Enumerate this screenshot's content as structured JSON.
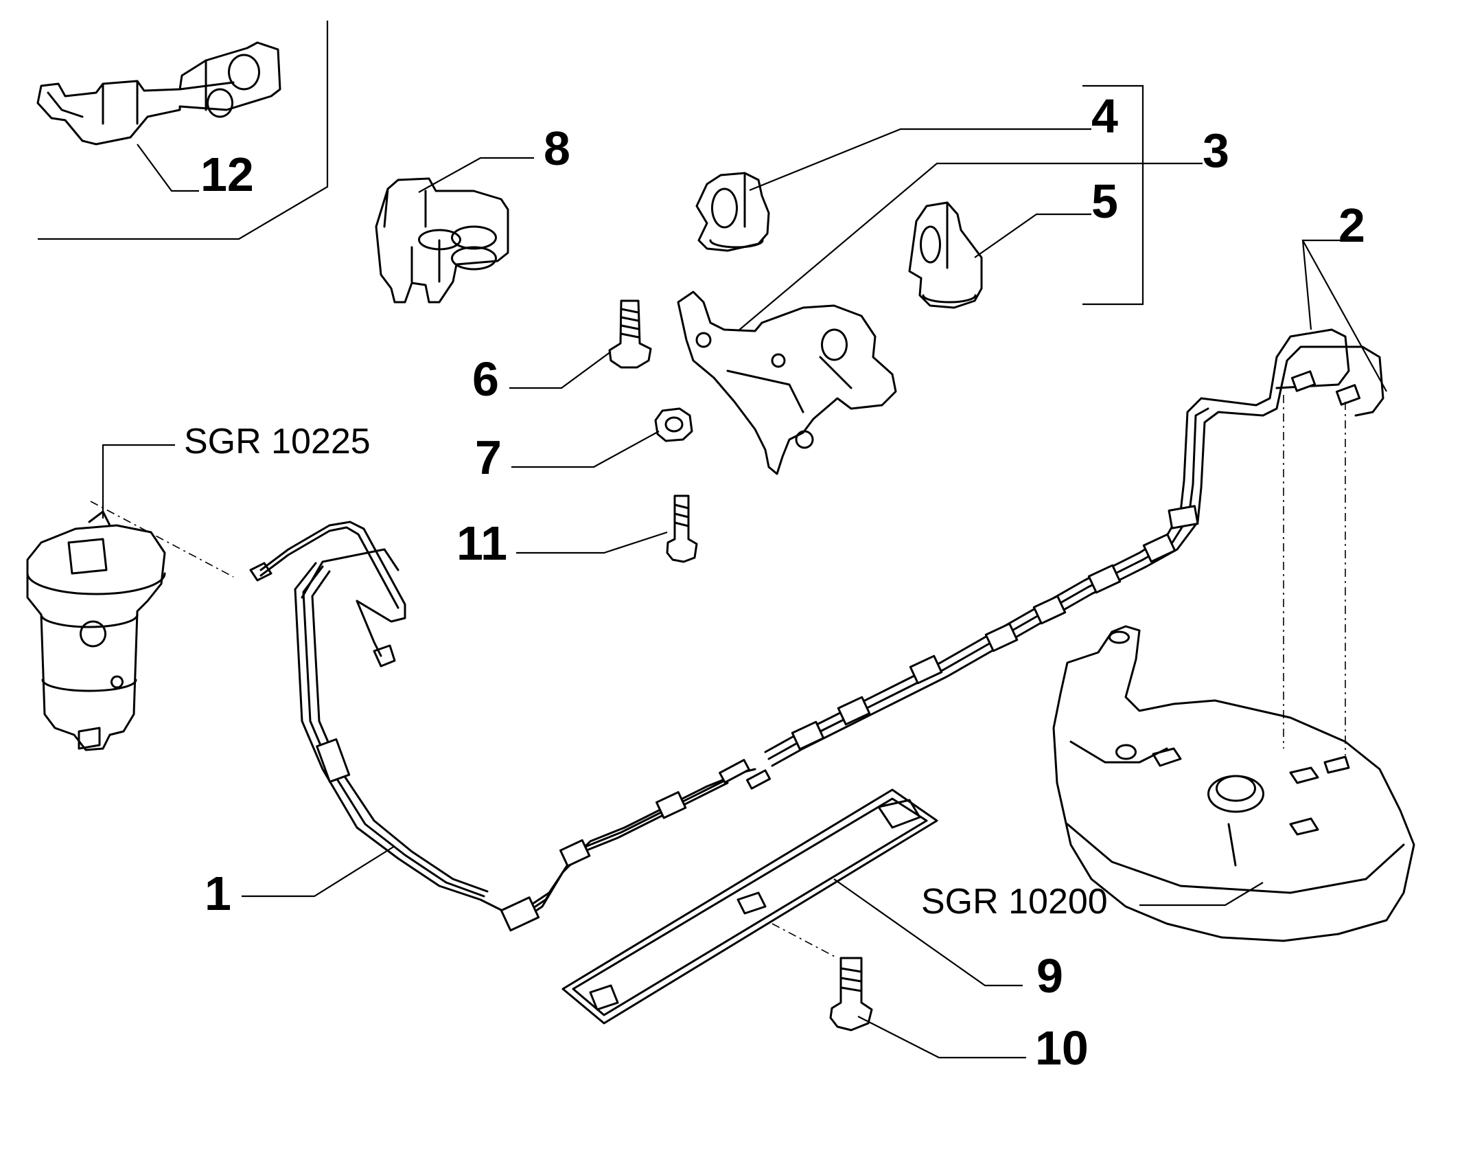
{
  "callouts": {
    "c1": "1",
    "c2": "2",
    "c3": "3",
    "c4": "4",
    "c5": "5",
    "c6": "6",
    "c7": "7",
    "c8": "8",
    "c9": "9",
    "c10": "10",
    "c11": "11",
    "c12": "12"
  },
  "references": {
    "filter_group": "SGR 10225",
    "tank_group": "SGR 10200"
  }
}
